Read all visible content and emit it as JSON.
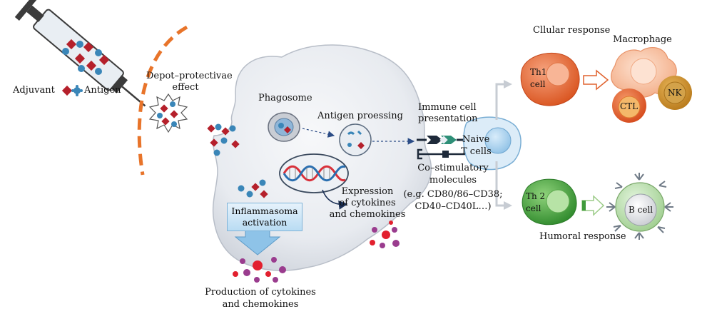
{
  "legend": {
    "adjuvant": "Adjuvant",
    "antigen": "Antigen"
  },
  "depot": {
    "line1": "Depot–protectivae",
    "line2": "effect"
  },
  "phagosome": "Phagosome",
  "antigen_processing": "Antigen proessing",
  "immune_cell_presentation": {
    "line1": "Immune cell",
    "line2": "presentation"
  },
  "naive_t_cells": {
    "line1": "Naive",
    "line2": "T cells"
  },
  "costim": {
    "line1": "Co–stimulatory",
    "line2": "molecules",
    "line3": "(e.g. CD80/86–CD38;",
    "line4": "CD40–CD40L…)"
  },
  "expression": {
    "line1": "Expression",
    "line2": "of cytokines",
    "line3": "and chemokines"
  },
  "inflammasome": {
    "line1": "Inflammasoma",
    "line2": "activation"
  },
  "production": {
    "line1": "Production of cytokines",
    "line2": "and chemokines"
  },
  "cellular_response": "Cllular response",
  "humoral_response": "Humoral response",
  "cells": {
    "th1": {
      "line1": "Th1",
      "line2": "cell"
    },
    "th2": {
      "line1": "Th 2",
      "line2": "cell"
    },
    "macrophage": "Macrophage",
    "ctl": "CTL",
    "nk": "NK",
    "b_cell": "B cell"
  },
  "colors": {
    "adjuvant": "#b5202b",
    "antigen": "#3a86b8",
    "th1": "#e0622e",
    "th2": "#3f9a3b",
    "ctl": "#d9531e",
    "nk": "#c98a1c",
    "macrophage": "#f3b08c",
    "cytokine_red": "#e2202e",
    "cytokine_purple": "#9a3c8e",
    "depot_line": "#e8742a",
    "cell_body": "#e6e9ef"
  }
}
